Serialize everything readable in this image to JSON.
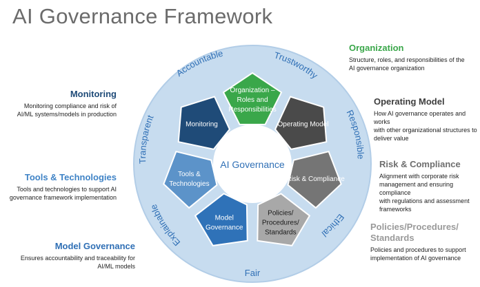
{
  "title": "AI Governance Framework",
  "center_label": "AI Governance",
  "colors": {
    "ring": "#c7dcef",
    "ring_edge": "#b2cde7",
    "center_fill": "#ffffff",
    "organization": "#3aa74a",
    "operating_model": "#4a4a4a",
    "risk_compliance": "#757575",
    "policies": "#a8a8a8",
    "model_governance": "#2f72b8",
    "tools": "#5c93c9",
    "monitoring": "#1f4b78",
    "principle_text": "#2f6fb5"
  },
  "segments": [
    {
      "id": "organization",
      "lines": [
        "Organization –",
        "Roles and",
        "Responsibilities"
      ]
    },
    {
      "id": "operating_model",
      "lines": [
        "Operating Model"
      ]
    },
    {
      "id": "risk_compliance",
      "lines": [
        "Risk & Compliance"
      ]
    },
    {
      "id": "policies",
      "lines": [
        "Policies/",
        "Procedures/",
        "Standards"
      ]
    },
    {
      "id": "model_governance",
      "lines": [
        "Model",
        "Governance"
      ]
    },
    {
      "id": "tools",
      "lines": [
        "Tools &",
        "Technologies"
      ]
    },
    {
      "id": "monitoring",
      "lines": [
        "Monitoring"
      ]
    }
  ],
  "principles": [
    "Accountable",
    "Trustworthy",
    "Responsible",
    "Ethical",
    "Fair",
    "Explainable",
    "Transparent"
  ],
  "descriptions": {
    "monitoring": {
      "heading": "Monitoring",
      "lines": [
        "Monitoring compliance and risk of",
        "AI/ML systems/models in production"
      ],
      "color": "#1f4b78"
    },
    "tools": {
      "heading": "Tools & Technologies",
      "lines": [
        "Tools and technologies to support AI",
        "governance framework implementation"
      ],
      "color": "#3f83c6"
    },
    "model_governance": {
      "heading": "Model Governance",
      "lines": [
        "Ensures accountability and traceability for",
        "AI/ML models"
      ],
      "color": "#2f6fb5"
    },
    "organization": {
      "heading": "Organization",
      "lines": [
        "Structure, roles, and responsibilities of the",
        "AI governance organization"
      ],
      "color": "#3aa74a"
    },
    "operating_model": {
      "heading": "Operating Model",
      "lines": [
        "How AI governance operates and works",
        "with other organizational structures to",
        "deliver value"
      ],
      "color": "#3d3d3d"
    },
    "risk_compliance": {
      "heading": "Risk & Compliance",
      "lines": [
        "Alignment with corporate risk",
        "management and ensuring compliance",
        "with regulations and assessment",
        "frameworks"
      ],
      "color": "#6e6e6e"
    },
    "policies": {
      "heading": "Policies/Procedures/",
      "heading2": "Standards",
      "lines": [
        "Policies and procedures to support",
        "implementation of AI governance"
      ],
      "color": "#9a9a9a"
    }
  }
}
